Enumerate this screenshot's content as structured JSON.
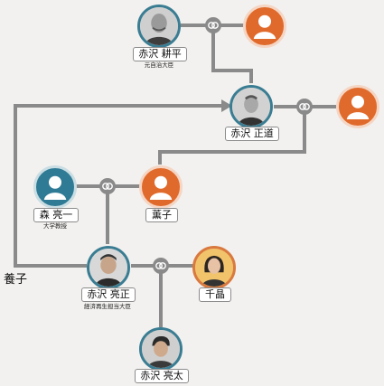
{
  "people": {
    "akazawa_kohei": {
      "name": "赤沢 耕平",
      "caption": "元自治大臣",
      "avatar": "photo-male-elder"
    },
    "kohei_spouse": {
      "name": "",
      "avatar": "female-silhouette-icon"
    },
    "akazawa_masamichi": {
      "name": "赤沢 正道",
      "avatar": "photo-male"
    },
    "masamichi_spouse": {
      "name": "",
      "avatar": "female-silhouette-icon"
    },
    "mori_ryoichi": {
      "name": "森 亮一",
      "caption": "大学教授",
      "avatar": "male-silhouette-icon"
    },
    "kaoru": {
      "name": "薫子",
      "avatar": "female-silhouette-icon"
    },
    "akazawa_ryosei": {
      "name": "赤沢 亮正",
      "caption": "経済再生担当大臣",
      "avatar": "photo-male"
    },
    "chiaki": {
      "name": "千晶",
      "avatar": "photo-female"
    },
    "akazawa_ryota": {
      "name": "赤沢 亮太",
      "avatar": "photo-male-young"
    }
  },
  "labels": {
    "adopted": "養子"
  },
  "colors": {
    "line": "#8a8a8a",
    "male": "#2f7b95",
    "female": "#e06a2b",
    "background": "#f2f1ef"
  }
}
